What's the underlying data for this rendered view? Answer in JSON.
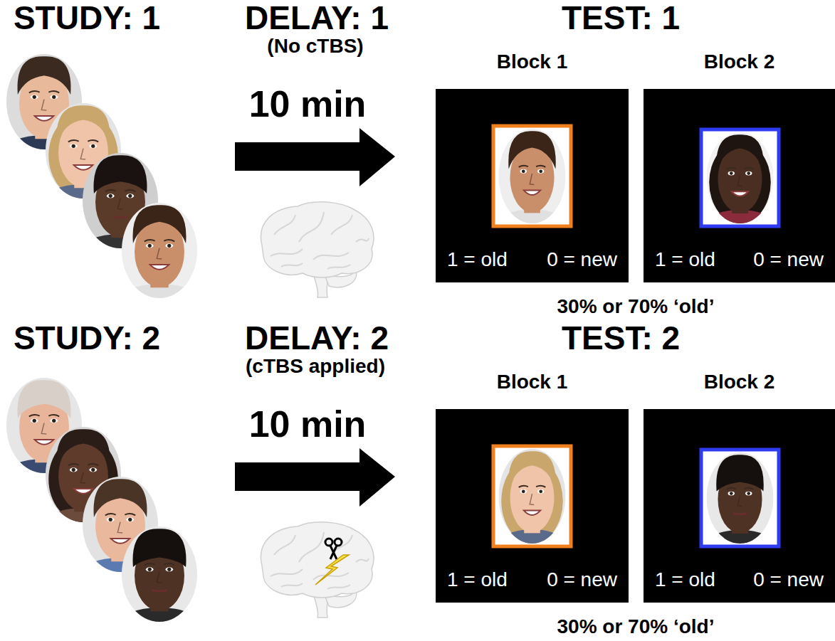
{
  "diagram": {
    "nodes": [
      {
        "text": [
          "Block 1",
          "1 = old",
          "0 = new"
        ]
      },
      {
        "text": [
          "Block 2",
          "1 = old",
          "0 = new"
        ]
      },
      {
        "text": [
          "Block 1",
          "1 = old",
          "0 = new"
        ]
      },
      {
        "text": [
          "Block 2",
          "1 = old",
          "0 = new"
        ]
      }
    ],
    "labels": [
      "STUDY: 1",
      "DELAY: 1",
      "(No cTBS)",
      "10 min",
      "TEST: 1",
      "30% or 70% ‘old’",
      "STUDY: 2",
      "DELAY: 2",
      "(cTBS applied)",
      "10 min",
      "TEST: 2",
      "30% or 70% ‘old’"
    ]
  }
}
